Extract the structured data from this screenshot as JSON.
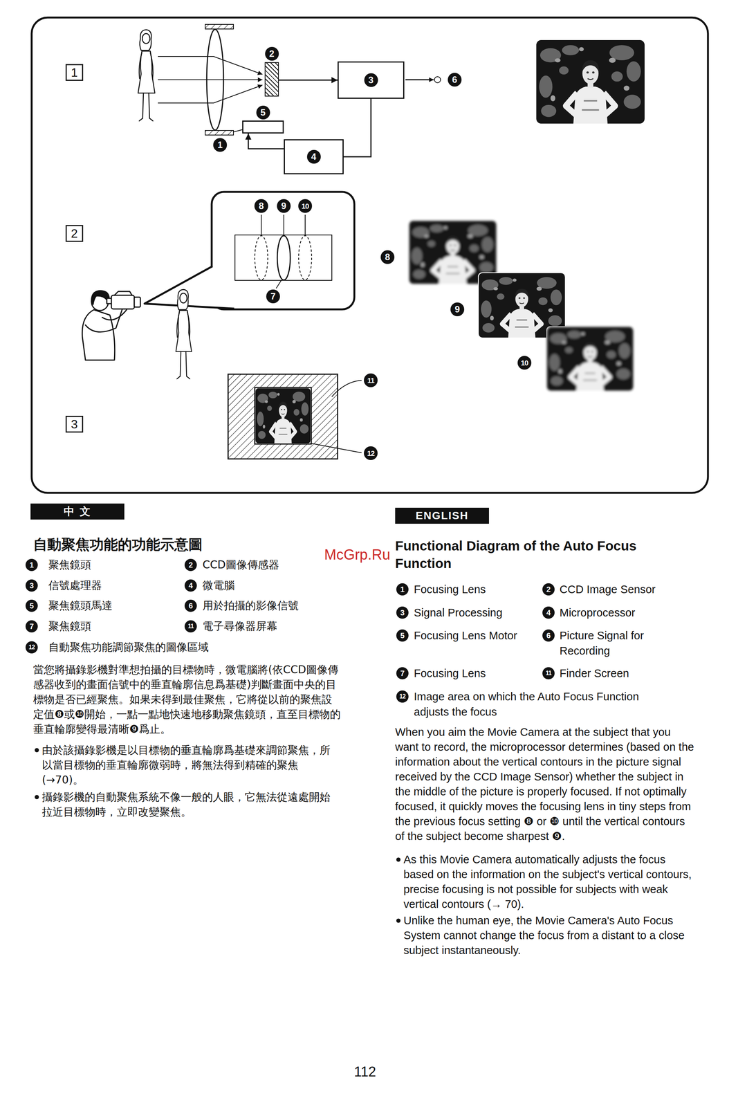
{
  "diagram": {
    "title": "Functional Diagram of the Auto Focus Function",
    "nodes": [
      {
        "text": [
          "2"
        ]
      },
      {
        "text": [
          "3"
        ]
      },
      {
        "text": [
          "5"
        ]
      },
      {
        "text": [
          "4"
        ]
      }
    ],
    "edges": [
      {
        "from": 0,
        "to": 1,
        "arrow": "to"
      },
      {
        "from": 1,
        "to": 3,
        "arrow": "none"
      },
      {
        "from": 3,
        "to": 2,
        "arrow": "to"
      }
    ],
    "labels": [
      "1",
      "1",
      "6",
      "2",
      "8",
      "9",
      "10",
      "7",
      "8",
      "9",
      "10",
      "3",
      "11",
      "12",
      "中 文",
      "自動聚焦功能的功能示意圖",
      "1",
      "聚焦鏡頭",
      "2",
      "CCD圖像傳感器",
      "3",
      "信號處理器",
      "4",
      "微電腦",
      "5",
      "聚焦鏡頭馬達",
      "6",
      "用於拍攝的影像信號",
      "7",
      "聚焦鏡頭",
      "11",
      "電子尋像器屏幕",
      "12",
      "自動聚焦功能調節聚焦的圖像區域",
      "當您將攝錄影機對準想拍攝的目標物時，微電腦將(依CCD圖像傳感器收到的畫面信號中的垂直輪廓信息爲基礎)判斷畫面中央的目標物是否已經聚焦。如果未得到最佳聚焦，它將從以前的聚焦設定值❽或❿開始，一點一點地快速地移動聚焦鏡頭，直至目標物的垂直輪廓變得最清晰❾爲止。",
      "由於該攝錄影機是以目標物的垂直輪廓爲基礎來調節聚焦，所以當目標物的垂直輪廓微弱時，將無法得到精確的聚焦(→70)。",
      "攝錄影機的自動聚焦系統不像一般的人眼，它無法從遠處開始拉近目標物時，立即改變聚焦。",
      "ENGLISH",
      "1",
      "Focusing Lens",
      "2",
      "CCD Image Sensor",
      "3",
      "Signal Processing",
      "4",
      "Microprocessor",
      "5",
      "Focusing Lens Motor",
      "6",
      "Picture Signal for Recording",
      "7",
      "Focusing Lens",
      "11",
      "Finder Screen",
      "12",
      "Image area on which the Auto Focus Function adjusts the focus",
      "When you aim the Movie Camera at the subject that you want to record, the microprocessor determines (based on the information about the vertical contours in the picture signal received by the CCD Image Sensor) whether the subject in the middle of the picture is properly focused. If not optimally focused, it quickly moves the focusing lens in tiny steps from the previous focus setting ❽ or ❿ until the vertical contours of the subject become sharpest ❾.",
      "As this Movie Camera automatically adjusts the focus based on the information on the subject's vertical contours, precise focusing is not possible for subjects with weak vertical contours (→ 70).",
      "Unlike the human eye, the Movie Camera's Auto Focus System cannot change the focus from a distant to a close subject instantaneously.",
      "112",
      "McGrp.Ru"
    ]
  }
}
